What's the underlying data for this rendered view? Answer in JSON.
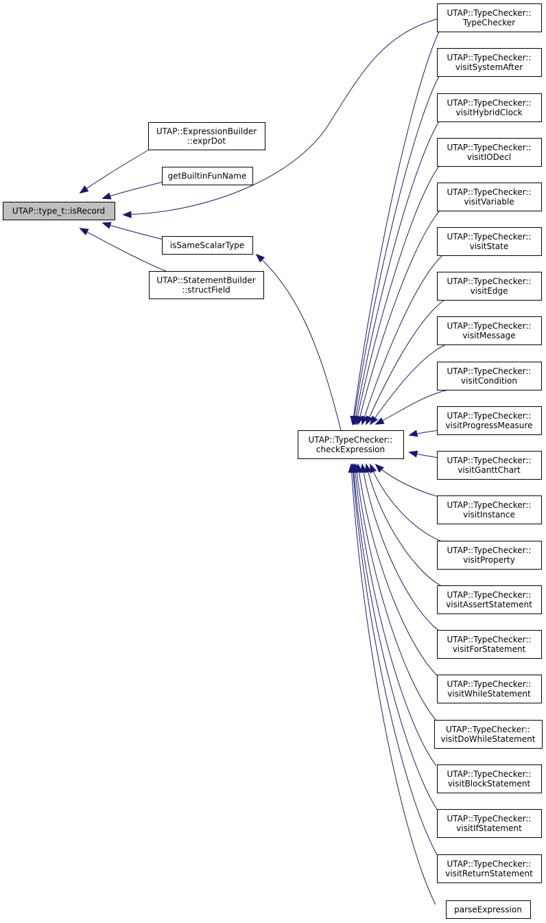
{
  "focus": {
    "id": "root",
    "lines": [
      "UTAP::type_t::isRecord"
    ]
  },
  "nodes": [
    {
      "id": "root",
      "lines": [
        "UTAP::type_t::isRecord"
      ]
    },
    {
      "id": "exprDot",
      "lines": [
        "UTAP::ExpressionBuilder",
        "::exprDot"
      ]
    },
    {
      "id": "getBuiltin",
      "lines": [
        "getBuiltinFunName"
      ]
    },
    {
      "id": "isSame",
      "lines": [
        "isSameScalarType"
      ]
    },
    {
      "id": "structField",
      "lines": [
        "UTAP::StatementBuilder",
        "::structField"
      ]
    },
    {
      "id": "checkExpr",
      "lines": [
        "UTAP::TypeChecker::",
        "checkExpression"
      ]
    },
    {
      "id": "tc_ctor",
      "lines": [
        "UTAP::TypeChecker::",
        "TypeChecker"
      ]
    },
    {
      "id": "vSystemAfter",
      "lines": [
        "UTAP::TypeChecker::",
        "visitSystemAfter"
      ]
    },
    {
      "id": "vHybridClock",
      "lines": [
        "UTAP::TypeChecker::",
        "visitHybridClock"
      ]
    },
    {
      "id": "vIODecl",
      "lines": [
        "UTAP::TypeChecker::",
        "visitIODecl"
      ]
    },
    {
      "id": "vVariable",
      "lines": [
        "UTAP::TypeChecker::",
        "visitVariable"
      ]
    },
    {
      "id": "vState",
      "lines": [
        "UTAP::TypeChecker::",
        "visitState"
      ]
    },
    {
      "id": "vEdge",
      "lines": [
        "UTAP::TypeChecker::",
        "visitEdge"
      ]
    },
    {
      "id": "vMessage",
      "lines": [
        "UTAP::TypeChecker::",
        "visitMessage"
      ]
    },
    {
      "id": "vCondition",
      "lines": [
        "UTAP::TypeChecker::",
        "visitCondition"
      ]
    },
    {
      "id": "vProgress",
      "lines": [
        "UTAP::TypeChecker::",
        "visitProgressMeasure"
      ]
    },
    {
      "id": "vGantt",
      "lines": [
        "UTAP::TypeChecker::",
        "visitGanttChart"
      ]
    },
    {
      "id": "vInstance",
      "lines": [
        "UTAP::TypeChecker::",
        "visitInstance"
      ]
    },
    {
      "id": "vProperty",
      "lines": [
        "UTAP::TypeChecker::",
        "visitProperty"
      ]
    },
    {
      "id": "vAssert",
      "lines": [
        "UTAP::TypeChecker::",
        "visitAssertStatement"
      ]
    },
    {
      "id": "vFor",
      "lines": [
        "UTAP::TypeChecker::",
        "visitForStatement"
      ]
    },
    {
      "id": "vWhile",
      "lines": [
        "UTAP::TypeChecker::",
        "visitWhileStatement"
      ]
    },
    {
      "id": "vDoWhile",
      "lines": [
        "UTAP::TypeChecker::",
        "visitDoWhileStatement"
      ]
    },
    {
      "id": "vBlock",
      "lines": [
        "UTAP::TypeChecker::",
        "visitBlockStatement"
      ]
    },
    {
      "id": "vIf",
      "lines": [
        "UTAP::TypeChecker::",
        "visitIfStatement"
      ]
    },
    {
      "id": "vReturn",
      "lines": [
        "UTAP::TypeChecker::",
        "visitReturnStatement"
      ]
    },
    {
      "id": "parseExpr",
      "lines": [
        "parseExpression"
      ]
    }
  ],
  "edges": [
    {
      "from": "exprDot",
      "to": "root"
    },
    {
      "from": "getBuiltin",
      "to": "root"
    },
    {
      "from": "isSame",
      "to": "root"
    },
    {
      "from": "structField",
      "to": "root"
    },
    {
      "from": "tc_ctor",
      "to": "root"
    },
    {
      "from": "checkExpr",
      "to": "isSame"
    },
    {
      "from": "tc_ctor",
      "to": "checkExpr"
    },
    {
      "from": "vSystemAfter",
      "to": "checkExpr"
    },
    {
      "from": "vHybridClock",
      "to": "checkExpr"
    },
    {
      "from": "vIODecl",
      "to": "checkExpr"
    },
    {
      "from": "vVariable",
      "to": "checkExpr"
    },
    {
      "from": "vState",
      "to": "checkExpr"
    },
    {
      "from": "vEdge",
      "to": "checkExpr"
    },
    {
      "from": "vMessage",
      "to": "checkExpr"
    },
    {
      "from": "vCondition",
      "to": "checkExpr"
    },
    {
      "from": "vProgress",
      "to": "checkExpr"
    },
    {
      "from": "vGantt",
      "to": "checkExpr"
    },
    {
      "from": "vInstance",
      "to": "checkExpr"
    },
    {
      "from": "vProperty",
      "to": "checkExpr"
    },
    {
      "from": "vAssert",
      "to": "checkExpr"
    },
    {
      "from": "vFor",
      "to": "checkExpr"
    },
    {
      "from": "vWhile",
      "to": "checkExpr"
    },
    {
      "from": "vDoWhile",
      "to": "checkExpr"
    },
    {
      "from": "vBlock",
      "to": "checkExpr"
    },
    {
      "from": "vIf",
      "to": "checkExpr"
    },
    {
      "from": "vReturn",
      "to": "checkExpr"
    },
    {
      "from": "parseExpr",
      "to": "checkExpr"
    }
  ],
  "colors": {
    "edge": "#191970",
    "focus_fill": "#bfbfbf",
    "node_fill": "#ffffff",
    "border": "#000000"
  }
}
